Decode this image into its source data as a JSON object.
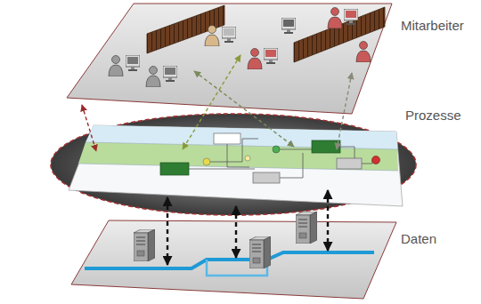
{
  "diagram": {
    "nodes": [
      {
        "text": [
          "Mitarbeiter"
        ]
      },
      {
        "text": [
          "Prozesse"
        ]
      },
      {
        "text": [
          "Daten"
        ]
      }
    ],
    "edges": [
      {
        "from": 0,
        "to": 1,
        "arrow": "both"
      },
      {
        "from": 0,
        "to": 1,
        "arrow": "both"
      },
      {
        "from": 0,
        "to": 1,
        "arrow": "both"
      },
      {
        "from": 0,
        "to": 1,
        "arrow": "both"
      },
      {
        "from": 1,
        "to": 2,
        "arrow": "both"
      },
      {
        "from": 1,
        "to": 2,
        "arrow": "both"
      },
      {
        "from": 1,
        "to": 2,
        "arrow": "both"
      }
    ]
  }
}
